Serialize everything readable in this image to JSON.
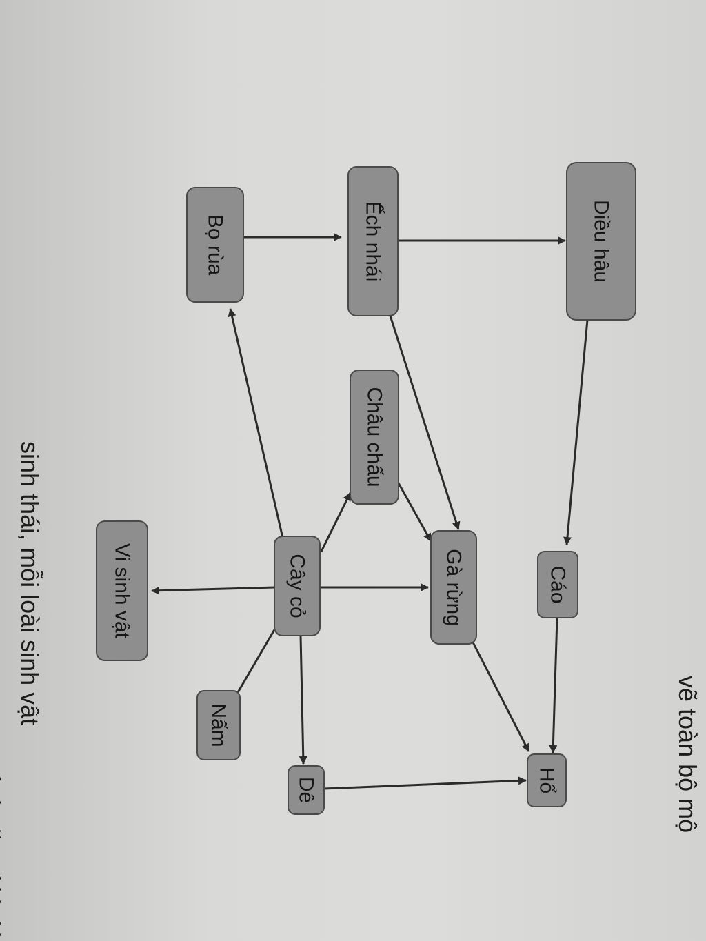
{
  "page_text": [
    "vẽ toàn bộ mộ",
    "sinh thái, mỗi loài sinh vật",
    "ật hoặc vài loài khá"
  ],
  "nodes": {
    "dieu_hau": "Diều hâu",
    "ech_nhai": "Ếch nhái",
    "bo_rua": "Bọ rùa",
    "chau_chau": "Châu chấu",
    "ga_rung": "Gà rừng",
    "cay_co": "Cây cỏ",
    "vi_sinh_vat": "Vi sinh vật",
    "cao": "Cáo",
    "ho": "Hổ",
    "nam": "Nấm",
    "de": "Dê"
  },
  "edges": [
    {
      "from": "bo_rua",
      "to": "ech_nhai"
    },
    {
      "from": "ech_nhai",
      "to": "dieu_hau"
    },
    {
      "from": "ech_nhai",
      "to": "ga_rung"
    },
    {
      "from": "dieu_hau",
      "to": "cao"
    },
    {
      "from": "cao",
      "to": "ho"
    },
    {
      "from": "chau_chau",
      "to": "ga_rung"
    },
    {
      "from": "cay_co",
      "to": "bo_rua"
    },
    {
      "from": "cay_co",
      "to": "chau_chau"
    },
    {
      "from": "cay_co",
      "to": "ga_rung"
    },
    {
      "from": "cay_co",
      "to": "vi_sinh_vat"
    },
    {
      "from": "cay_co",
      "to": "de"
    },
    {
      "from": "cay_co",
      "to": "nam",
      "arrow": false
    },
    {
      "from": "ga_rung",
      "to": "ho"
    },
    {
      "from": "de",
      "to": "ho"
    }
  ]
}
